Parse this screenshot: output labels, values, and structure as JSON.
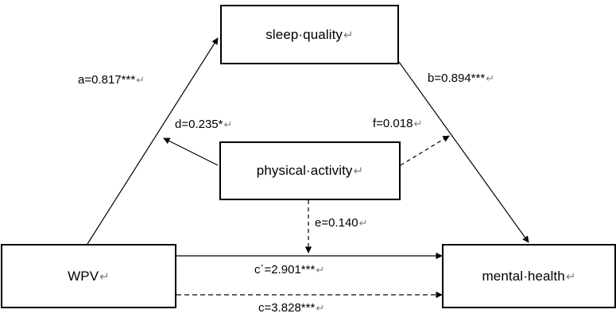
{
  "figure": {
    "type": "mediation-path-diagram",
    "nodes": [
      {
        "id": "sleep-quality",
        "label": "sleep·quality",
        "mark": "↵"
      },
      {
        "id": "physical-activity",
        "label": "physical·activity",
        "mark": "↵"
      },
      {
        "id": "wpv",
        "label": "WPV",
        "mark": "↵"
      },
      {
        "id": "mental-health",
        "label": "mental·health",
        "mark": "↵"
      }
    ],
    "edges": [
      {
        "id": "a",
        "label": "a=0.817***",
        "mark": "↵",
        "from": "wpv",
        "to": "sleep-quality",
        "style": "solid",
        "coefficient": 0.817,
        "significance": "***"
      },
      {
        "id": "b",
        "label": "b=0.894***",
        "mark": "↵",
        "from": "sleep-quality",
        "to": "mental-health",
        "style": "solid",
        "coefficient": 0.894,
        "significance": "***"
      },
      {
        "id": "d",
        "label": "d=0.235*",
        "mark": "↵",
        "from": "physical-activity",
        "to": "a-path",
        "style": "solid",
        "coefficient": 0.235,
        "significance": "*"
      },
      {
        "id": "f",
        "label": "f=0.018",
        "mark": "↵",
        "from": "physical-activity",
        "to": "b-path",
        "style": "dashed",
        "coefficient": 0.018,
        "significance": ""
      },
      {
        "id": "e",
        "label": "e=0.140",
        "mark": "↵",
        "from": "physical-activity",
        "to": "c-prime-path",
        "style": "dashed",
        "coefficient": 0.14,
        "significance": ""
      },
      {
        "id": "c-prime",
        "label": "c´=2.901***",
        "mark": "↵",
        "from": "wpv",
        "to": "mental-health",
        "style": "solid",
        "coefficient": 2.901,
        "significance": "***"
      },
      {
        "id": "c",
        "label": "c=3.828***",
        "mark": "↵",
        "from": "wpv",
        "to": "mental-health",
        "style": "dashed",
        "coefficient": 3.828,
        "significance": "***"
      }
    ],
    "colors": {
      "stroke": "#000000",
      "box_border": "#000000",
      "background": "#ffffff",
      "mark": "#808080"
    }
  }
}
